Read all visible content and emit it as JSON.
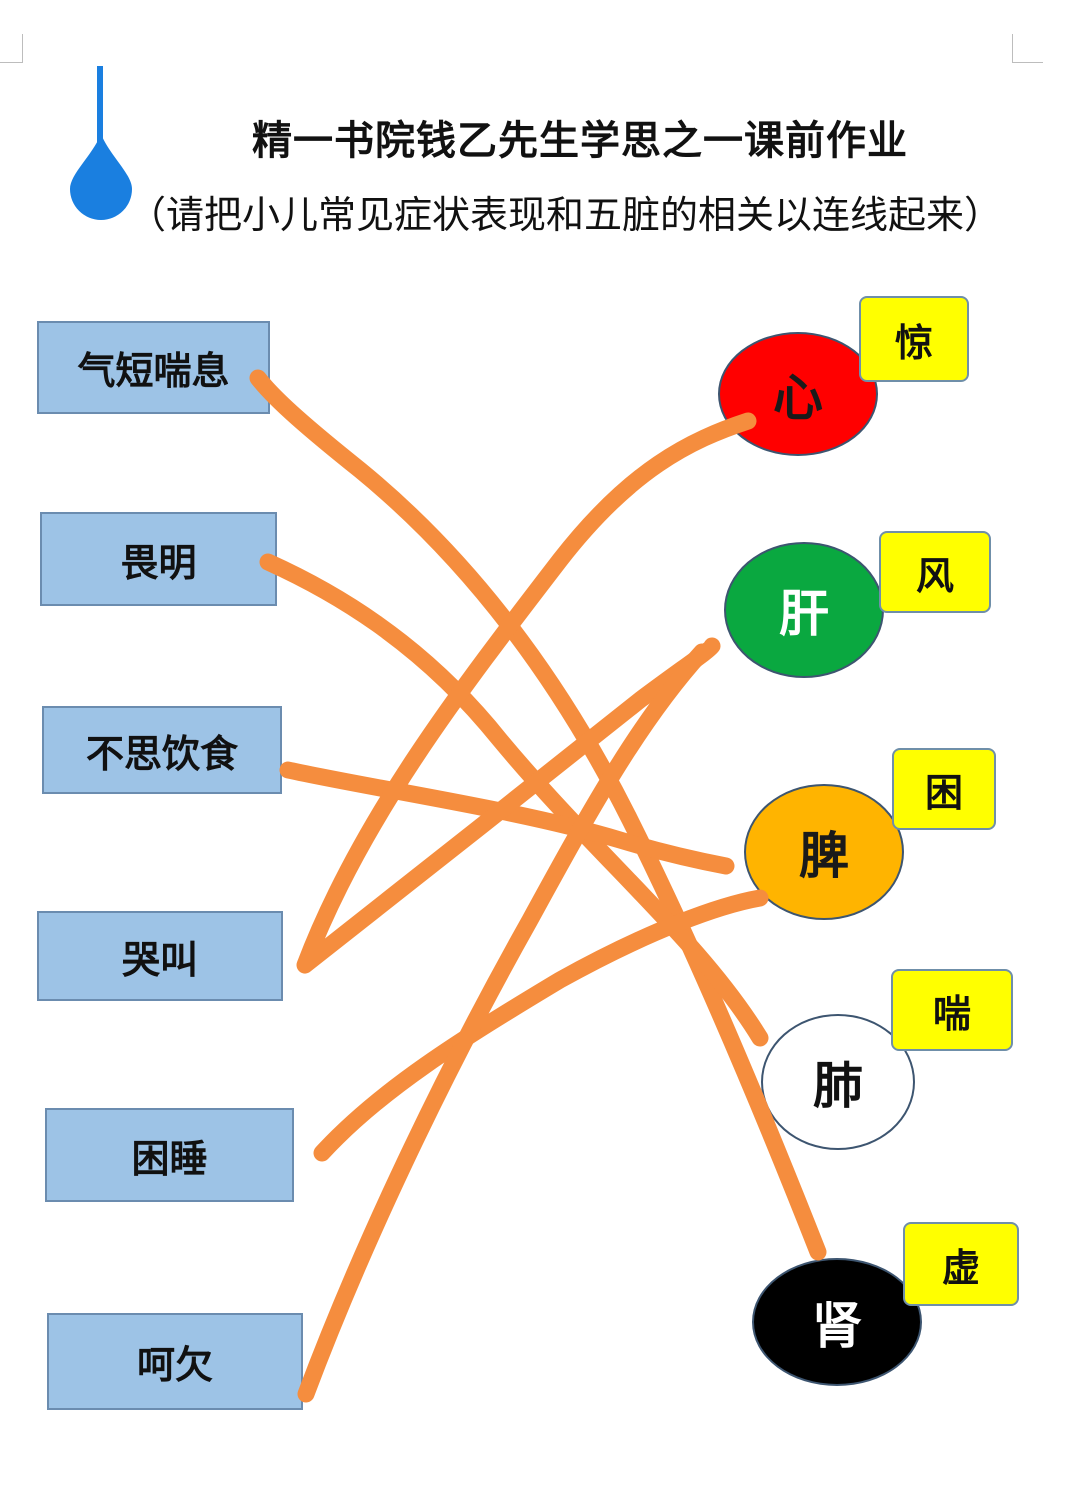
{
  "title": "精一书院钱乙先生学思之一课前作业",
  "subtitle": "（请把小儿常见症状表现和五脏的相关以连线起来）",
  "symptoms": [
    "气短喘息",
    "畏明",
    "不思饮食",
    "哭叫",
    "困睡",
    "呵欠"
  ],
  "organs": [
    {
      "label": "心",
      "tag": "惊",
      "color": "#ff0000",
      "text_color": "#1a1a1a"
    },
    {
      "label": "肝",
      "tag": "风",
      "color": "#0aa840",
      "text_color": "#ffffff"
    },
    {
      "label": "脾",
      "tag": "困",
      "color": "#ffb400",
      "text_color": "#1a1a1a"
    },
    {
      "label": "肺",
      "tag": "喘",
      "color": "#ffffff",
      "text_color": "#111111"
    },
    {
      "label": "肾",
      "tag": "虚",
      "color": "#000000",
      "text_color": "#ffffff"
    }
  ],
  "connection_color": "#f58d3e"
}
